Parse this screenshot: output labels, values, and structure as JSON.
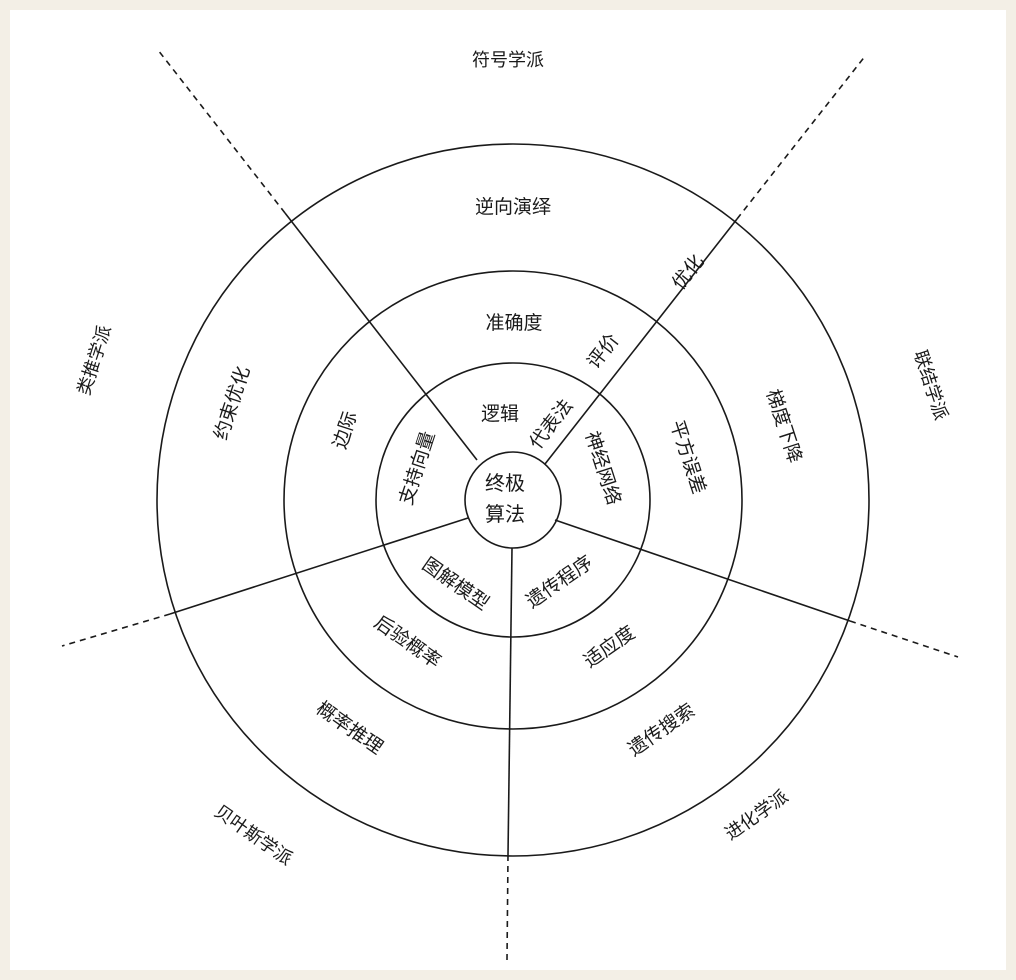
{
  "core": {
    "line1": "终极",
    "line2": "算法"
  },
  "schools": {
    "symbolists": "符号学派",
    "connectionists": "联结学派",
    "evolutionaries": "进化学派",
    "bayesians": "贝叶斯学派",
    "analogizers": "类推学派"
  },
  "rings": {
    "representation": {
      "logic": "逻辑",
      "neural_networks": "神经网络",
      "genetic_programs": "遗传程序",
      "graphical_models": "图解模型",
      "support_vectors": "支持向量",
      "ring_name": "代表法"
    },
    "evaluation": {
      "accuracy": "准确度",
      "squared_error": "平方误差",
      "fitness": "适应度",
      "posterior_probability": "后验概率",
      "margin": "边际",
      "ring_name": "评价"
    },
    "optimization": {
      "inverse_deduction": "逆向演绎",
      "gradient_descent": "梯度下降",
      "genetic_search": "遗传搜索",
      "probabilistic_inference": "概率推理",
      "constrained_optimization": "约束优化",
      "ring_name": "优化"
    }
  },
  "colors": {
    "line": "#1a1a1a",
    "background": "#ffffff",
    "frame": "#f3efe6"
  }
}
